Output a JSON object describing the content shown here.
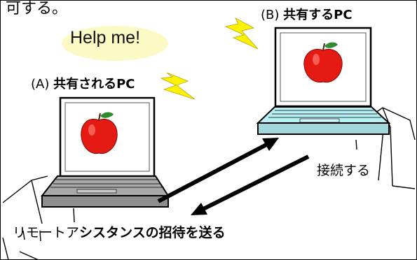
{
  "top_text": "可する。",
  "label_b_prefix": "(B)",
  "label_b_strong": "共有するPC",
  "label_a_prefix": "(A)",
  "label_a_strong": "共有されるPC",
  "bubble_text": "Help me!",
  "connect_text": "接続する",
  "invite_text_plain": "リモートア",
  "invite_text_strong": "シスタンスの招待を送る",
  "icons": [
    "lightning-icon",
    "apple-icon",
    "laptop-icon",
    "arrow-icon"
  ],
  "colors": {
    "bubble": "#fcfac4",
    "bolt": "#fff200",
    "laptop_a_base": "#a9a9a9",
    "laptop_b_base": "#b5f1f5",
    "apple_red": "#e51a12",
    "leaf_green": "#2e8b2e"
  }
}
